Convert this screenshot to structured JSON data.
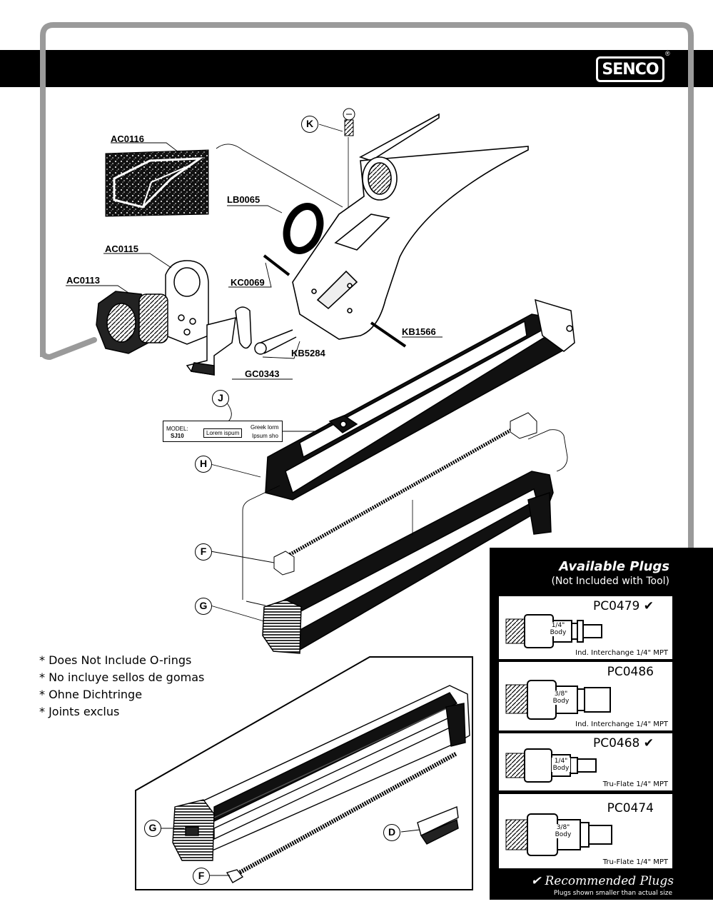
{
  "brand": {
    "logo": "SENCO",
    "registered": "®"
  },
  "parts": {
    "ac0116": "AC0116",
    "lb0065": "LB0065",
    "ac0115": "AC0115",
    "ac0113": "AC0113",
    "kc0069": "KC0069",
    "kb1566": "KB1566",
    "kb5284": "KB5284",
    "gc0343": "GC0343"
  },
  "callouts": {
    "k": "K",
    "j": "J",
    "h": "H",
    "f": "F",
    "g": "G",
    "g2": "G",
    "f2": "F",
    "d": "D"
  },
  "model_label": {
    "model": "MODEL:",
    "model_no": "SJ10",
    "left_text": "Lorem ispum",
    "right_line1": "Greek lorm",
    "right_line2": "Ipsum sho"
  },
  "notes": [
    "* Does Not Include O-rings",
    "* No incluye sellos de gomas",
    "* Ohne Dichtringe",
    "* Joints exclus"
  ],
  "plugs_panel": {
    "title": "Available Plugs",
    "subtitle": "(Not Included with Tool)",
    "recommended": "✔ Recommended Plugs",
    "note": "Plugs shown smaller than actual size",
    "items": [
      {
        "code": "PC0479",
        "check": "✔",
        "body": "1/4\"\nBody",
        "desc": "Ind. Interchange 1/4\" MPT"
      },
      {
        "code": "PC0486",
        "check": "",
        "body": "3/8\"\nBody",
        "desc": "Ind. Interchange 1/4\" MPT"
      },
      {
        "code": "PC0468",
        "check": "✔",
        "body": "1/4\"\nBody",
        "desc": "Tru-Flate 1/4\" MPT"
      },
      {
        "code": "PC0474",
        "check": "",
        "body": "3/8\"\nBody",
        "desc": "Tru-Flate 1/4\" MPT"
      }
    ]
  },
  "colors": {
    "ink": "#000000",
    "paper": "#ffffff",
    "frame": "#9a9a9a"
  }
}
